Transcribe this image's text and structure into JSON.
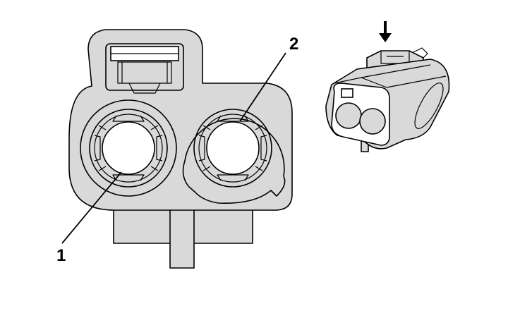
{
  "diagram": {
    "callouts": [
      {
        "id": "1",
        "label": "1"
      },
      {
        "id": "2",
        "label": "2"
      }
    ],
    "icons": {
      "insertion_arrow": "arrow-down-icon"
    },
    "colors": {
      "body_fill": "#d9d9d9",
      "line": "#000000",
      "background": "#ffffff"
    }
  }
}
